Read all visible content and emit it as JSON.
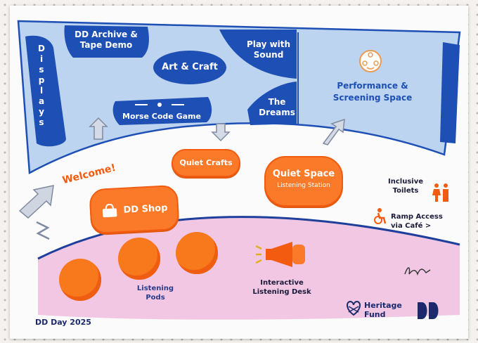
{
  "map": {
    "displays": "Displays",
    "archive": "DD Archive &\nTape Demo",
    "art_craft": "Art & Craft",
    "play_sound": "Play with\nSound",
    "morse": "Morse Code Game",
    "dreams": "The\nDreams",
    "performance": "Performance &\nScreening Space",
    "welcome": "Welcome!",
    "quiet_crafts": "Quiet Crafts",
    "quiet_space_title": "Quiet Space",
    "quiet_space_sub": "Listening Station",
    "dd_shop": "DD Shop",
    "toilets": "Inclusive\nToilets",
    "ramp": "Ramp Access\nvia Café >",
    "listening_pods": "Listening\nPods",
    "interactive_desk": "Interactive\nListening Desk",
    "footer_event": "DD Day 2025",
    "funder": "Heritage\nFund"
  },
  "colors": {
    "blue": "#1e4fb4",
    "light_blue": "#b9d2ee",
    "orange": "#fb7a2a",
    "pink": "#f1c7e3"
  }
}
